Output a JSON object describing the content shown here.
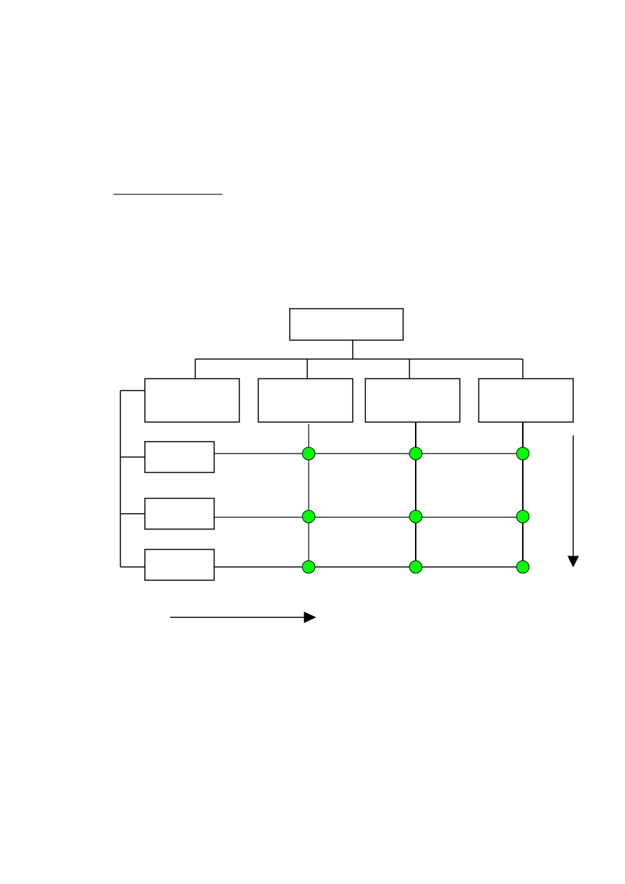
{
  "page": {
    "background": "#ffffff"
  },
  "diagram": {
    "kind": "matrix-organization-chart",
    "line_color": "#000000",
    "box_fill": "#ffffff",
    "node_color": "#00ff00",
    "top_box": {
      "label": ""
    },
    "column_boxes": [
      {
        "label": ""
      },
      {
        "label": ""
      },
      {
        "label": ""
      },
      {
        "label": ""
      }
    ],
    "row_boxes": [
      {
        "label": ""
      },
      {
        "label": ""
      },
      {
        "label": ""
      }
    ],
    "intersection_nodes": {
      "rows": 3,
      "columns": 3
    },
    "arrows": [
      {
        "direction": "right",
        "label": ""
      },
      {
        "direction": "down",
        "label": ""
      }
    ]
  }
}
